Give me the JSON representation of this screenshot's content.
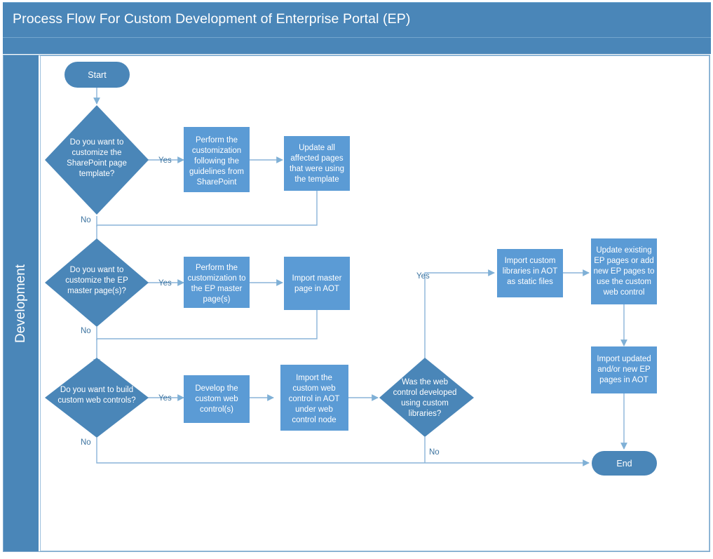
{
  "header": {
    "title": "Process Flow For Custom Development of Enterprise Portal (EP)"
  },
  "swimlane": {
    "label": "Development"
  },
  "colors": {
    "banner": "#4a86b8",
    "diamond": "#4a86b8",
    "process_box": "#5b9bd5",
    "terminator": "#4a86b8",
    "connector": "#8ab4d8",
    "label_text": "#3d74a0",
    "node_text": "#ffffff",
    "canvas": "#ffffff"
  },
  "chart_data": {
    "type": "diagram",
    "title": "Process Flow For Custom Development of Enterprise Portal (EP)",
    "nodes": [
      {
        "id": "start",
        "shape": "terminator",
        "label": "Start"
      },
      {
        "id": "d1",
        "shape": "decision",
        "label": "Do you want to customize the SharePoint page template?"
      },
      {
        "id": "p1",
        "shape": "process",
        "label": "Perform the customization following the guidelines from SharePoint"
      },
      {
        "id": "p2",
        "shape": "process",
        "label": "Update all affected pages that were using the template"
      },
      {
        "id": "d2",
        "shape": "decision",
        "label": "Do you want to customize the EP master page(s)?"
      },
      {
        "id": "p3",
        "shape": "process",
        "label": "Perform the customization to the EP master page(s)"
      },
      {
        "id": "p4",
        "shape": "process",
        "label": "Import master page in AOT"
      },
      {
        "id": "d3",
        "shape": "decision",
        "label": "Do you want to build custom web controls?"
      },
      {
        "id": "p5",
        "shape": "process",
        "label": "Develop the custom web control(s)"
      },
      {
        "id": "p6",
        "shape": "process",
        "label": "Import the custom web control in AOT under web control node"
      },
      {
        "id": "d4",
        "shape": "decision",
        "label": "Was the web control developed using custom libraries?"
      },
      {
        "id": "p7",
        "shape": "process",
        "label": "Import custom libraries in AOT as static files"
      },
      {
        "id": "p8",
        "shape": "process",
        "label": "Update existing EP pages or add new EP pages to use the custom web control"
      },
      {
        "id": "p9",
        "shape": "process",
        "label": "Import updated and/or new EP pages in AOT"
      },
      {
        "id": "end",
        "shape": "terminator",
        "label": "End"
      }
    ],
    "edges": [
      {
        "from": "start",
        "to": "d1",
        "label": ""
      },
      {
        "from": "d1",
        "to": "p1",
        "label": "Yes"
      },
      {
        "from": "p1",
        "to": "p2",
        "label": ""
      },
      {
        "from": "p2",
        "to": "d2",
        "label": ""
      },
      {
        "from": "d1",
        "to": "d2",
        "label": "No"
      },
      {
        "from": "d2",
        "to": "p3",
        "label": "Yes"
      },
      {
        "from": "p3",
        "to": "p4",
        "label": ""
      },
      {
        "from": "p4",
        "to": "d3",
        "label": ""
      },
      {
        "from": "d2",
        "to": "d3",
        "label": "No"
      },
      {
        "from": "d3",
        "to": "p5",
        "label": "Yes"
      },
      {
        "from": "p5",
        "to": "p6",
        "label": ""
      },
      {
        "from": "p6",
        "to": "d4",
        "label": ""
      },
      {
        "from": "d3",
        "to": "end",
        "label": "No"
      },
      {
        "from": "d4",
        "to": "p7",
        "label": "Yes"
      },
      {
        "from": "p7",
        "to": "p8",
        "label": ""
      },
      {
        "from": "p8",
        "to": "p9",
        "label": ""
      },
      {
        "from": "p9",
        "to": "end",
        "label": ""
      },
      {
        "from": "d4",
        "to": "end",
        "label": "No"
      }
    ],
    "edge_labels": {
      "yes1": "Yes",
      "no1": "No",
      "yes2": "Yes",
      "no2": "No",
      "yes3": "Yes",
      "no3": "No",
      "yes4": "Yes",
      "no4": "No"
    }
  },
  "nodes_text": {
    "start": {
      "l1": "Start"
    },
    "d1": {
      "l1": "Do you want to",
      "l2": "customize the",
      "l3": "SharePoint page",
      "l4": "template?"
    },
    "p1": {
      "l1": "Perform the",
      "l2": "customization",
      "l3": "following the",
      "l4": "guidelines from",
      "l5": "SharePoint"
    },
    "p2": {
      "l1": "Update all",
      "l2": "affected pages",
      "l3": "that were using",
      "l4": "the template"
    },
    "d2": {
      "l1": "Do you want to",
      "l2": "customize the EP",
      "l3": "master page(s)?"
    },
    "p3": {
      "l1": "Perform the",
      "l2": "customization to",
      "l3": "the EP master",
      "l4": "page(s)"
    },
    "p4": {
      "l1": "Import master",
      "l2": "page in AOT"
    },
    "d3": {
      "l1": "Do you want to build",
      "l2": "custom web controls?"
    },
    "p5": {
      "l1": "Develop the",
      "l2": "custom web",
      "l3": "control(s)"
    },
    "p6": {
      "l1": "Import the",
      "l2": "custom web",
      "l3": "control in AOT",
      "l4": "under web",
      "l5": "control node"
    },
    "d4": {
      "l1": "Was the web",
      "l2": "control developed",
      "l3": "using custom",
      "l4": "libraries?"
    },
    "p7": {
      "l1": "Import custom",
      "l2": "libraries in AOT",
      "l3": "as static files"
    },
    "p8": {
      "l1": "Update existing",
      "l2": "EP pages or add",
      "l3": "new EP pages to",
      "l4": "use the custom",
      "l5": "web control"
    },
    "p9": {
      "l1": "Import updated",
      "l2": "and/or new EP",
      "l3": "pages in AOT"
    },
    "end": {
      "l1": "End"
    }
  }
}
